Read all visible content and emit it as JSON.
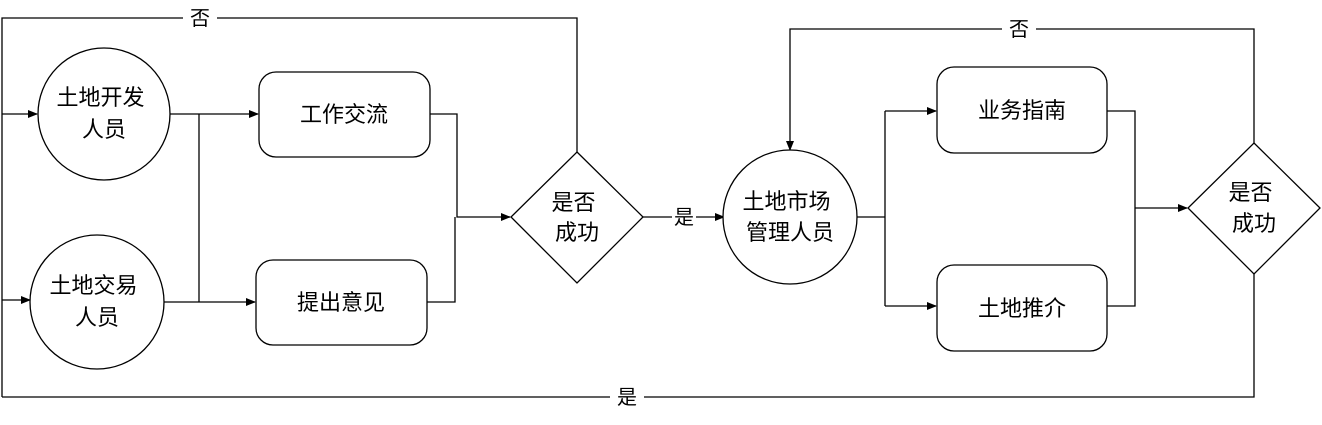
{
  "nodes": {
    "dev": [
      "土地开发",
      "人员"
    ],
    "trade": [
      "土地交易",
      "人员"
    ],
    "work": [
      "工作交流"
    ],
    "opinion": [
      "提出意见"
    ],
    "decision1": [
      "是否",
      "成功"
    ],
    "manager": [
      "土地市场",
      "管理人员"
    ],
    "guide": [
      "业务指南"
    ],
    "promo": [
      "土地推介"
    ],
    "decision2": [
      "是否",
      "成功"
    ]
  },
  "edges": {
    "no_top_left": "否",
    "no_top_right": "否",
    "yes_middle": "是",
    "yes_bottom": "是"
  },
  "colors": {
    "stroke": "#000000",
    "fill": "#ffffff"
  }
}
